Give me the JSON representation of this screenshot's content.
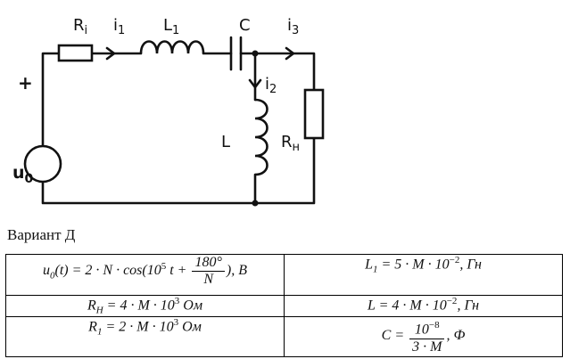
{
  "circuit": {
    "labels": {
      "ri": "R",
      "ri_sub": "i",
      "i1": "i",
      "i1_sub": "1",
      "l1": "L",
      "l1_sub": "1",
      "c": "C",
      "i3": "i",
      "i3_sub": "3",
      "i2": "i",
      "i2_sub": "2",
      "l": "L",
      "rn": "R",
      "rn_sub": "н",
      "plus": "+",
      "u0": "u",
      "u0_sub": "0"
    }
  },
  "variant": "Вариант Д",
  "params": {
    "u0_lhs": "u",
    "u0_lhs_sub": "0",
    "u0_expr_a": "(t) = 2 · N · cos",
    "u0_expr_b": "(10",
    "u0_expr_b_sup": "5",
    "u0_expr_c": "t +",
    "u0_frac_num": "180°",
    "u0_frac_den": "N",
    "u0_expr_d": "), B",
    "l1_lhs": "L",
    "l1_lhs_sub": "1",
    "l1_expr": " = 5 · M · 10",
    "l1_sup": "−2",
    "l1_unit": ", Гн",
    "rh_lhs": "R",
    "rh_lhs_sub": "H",
    "rh_expr": " = 4 · M · 10",
    "rh_sup": "3",
    "rh_unit": " Ом",
    "l_expr": "L = 4 · M · 10",
    "l_sup": "−2",
    "l_unit": ", Гн",
    "r1_lhs": "R",
    "r1_lhs_sub": "1",
    "r1_expr": " = 2 · M · 10",
    "r1_sup": "3",
    "r1_unit": " Ом",
    "c_lhs": "C = ",
    "c_frac_num": "10",
    "c_frac_num_sup": "−8",
    "c_frac_den": "3 · M",
    "c_unit": ", Ф"
  }
}
